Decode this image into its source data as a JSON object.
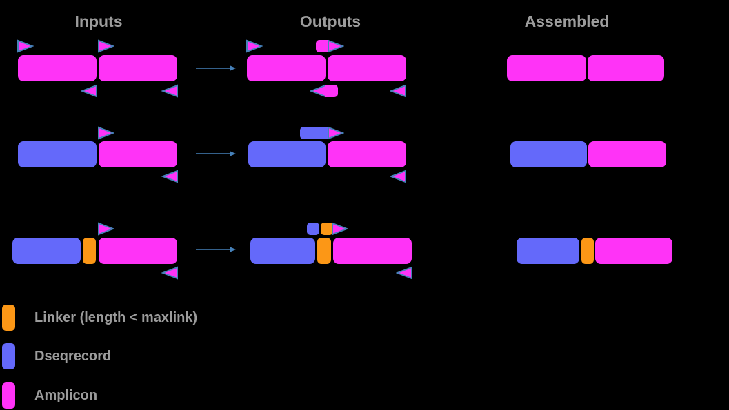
{
  "titles": {
    "inputs": "Inputs",
    "outputs": "Outputs",
    "assembled": "Assembled"
  },
  "legend": {
    "items": [
      {
        "label": "Linker (length < maxlink)",
        "color_key": "linker"
      },
      {
        "label": "Dseqrecord",
        "color_key": "dseqrecord"
      },
      {
        "label": "Amplicon",
        "color_key": "amplicon"
      }
    ]
  },
  "colors": {
    "amplicon": "#ff33f7",
    "dseqrecord": "#6469fa",
    "linker": "#fc9716",
    "primer_outline": "#4681b9",
    "arrow": "#4681b9",
    "heading_text": "#9c9c9c",
    "background": "#000000"
  },
  "diagram": {
    "rows": [
      {
        "inputs": {
          "fragments": [
            "amplicon",
            "amplicon"
          ],
          "primers": [
            "forward-primer",
            "forward-primer",
            "reverse-primer",
            "reverse-primer"
          ]
        },
        "outputs": {
          "fragments": [
            "amplicon",
            "amplicon"
          ],
          "primers": [
            "forward-primer",
            "forward-primer-with-amplicon-tail",
            "reverse-primer-with-amplicon-tail",
            "reverse-primer"
          ]
        },
        "assembled": {
          "fragments": [
            "amplicon",
            "amplicon"
          ]
        }
      },
      {
        "inputs": {
          "fragments": [
            "dseqrecord",
            "amplicon"
          ],
          "primers": [
            "forward-primer",
            "reverse-primer"
          ]
        },
        "outputs": {
          "fragments": [
            "dseqrecord",
            "amplicon"
          ],
          "primers": [
            "forward-primer-with-dseqrecord-tail",
            "reverse-primer"
          ]
        },
        "assembled": {
          "fragments": [
            "dseqrecord",
            "amplicon"
          ]
        }
      },
      {
        "inputs": {
          "fragments": [
            "dseqrecord",
            "linker",
            "amplicon"
          ],
          "primers": [
            "forward-primer",
            "reverse-primer"
          ]
        },
        "outputs": {
          "fragments": [
            "dseqrecord",
            "linker",
            "amplicon"
          ],
          "primers": [
            "forward-primer-with-dseqrecord-linker-tail",
            "reverse-primer"
          ]
        },
        "assembled": {
          "fragments": [
            "dseqrecord",
            "linker",
            "amplicon"
          ]
        }
      }
    ]
  }
}
